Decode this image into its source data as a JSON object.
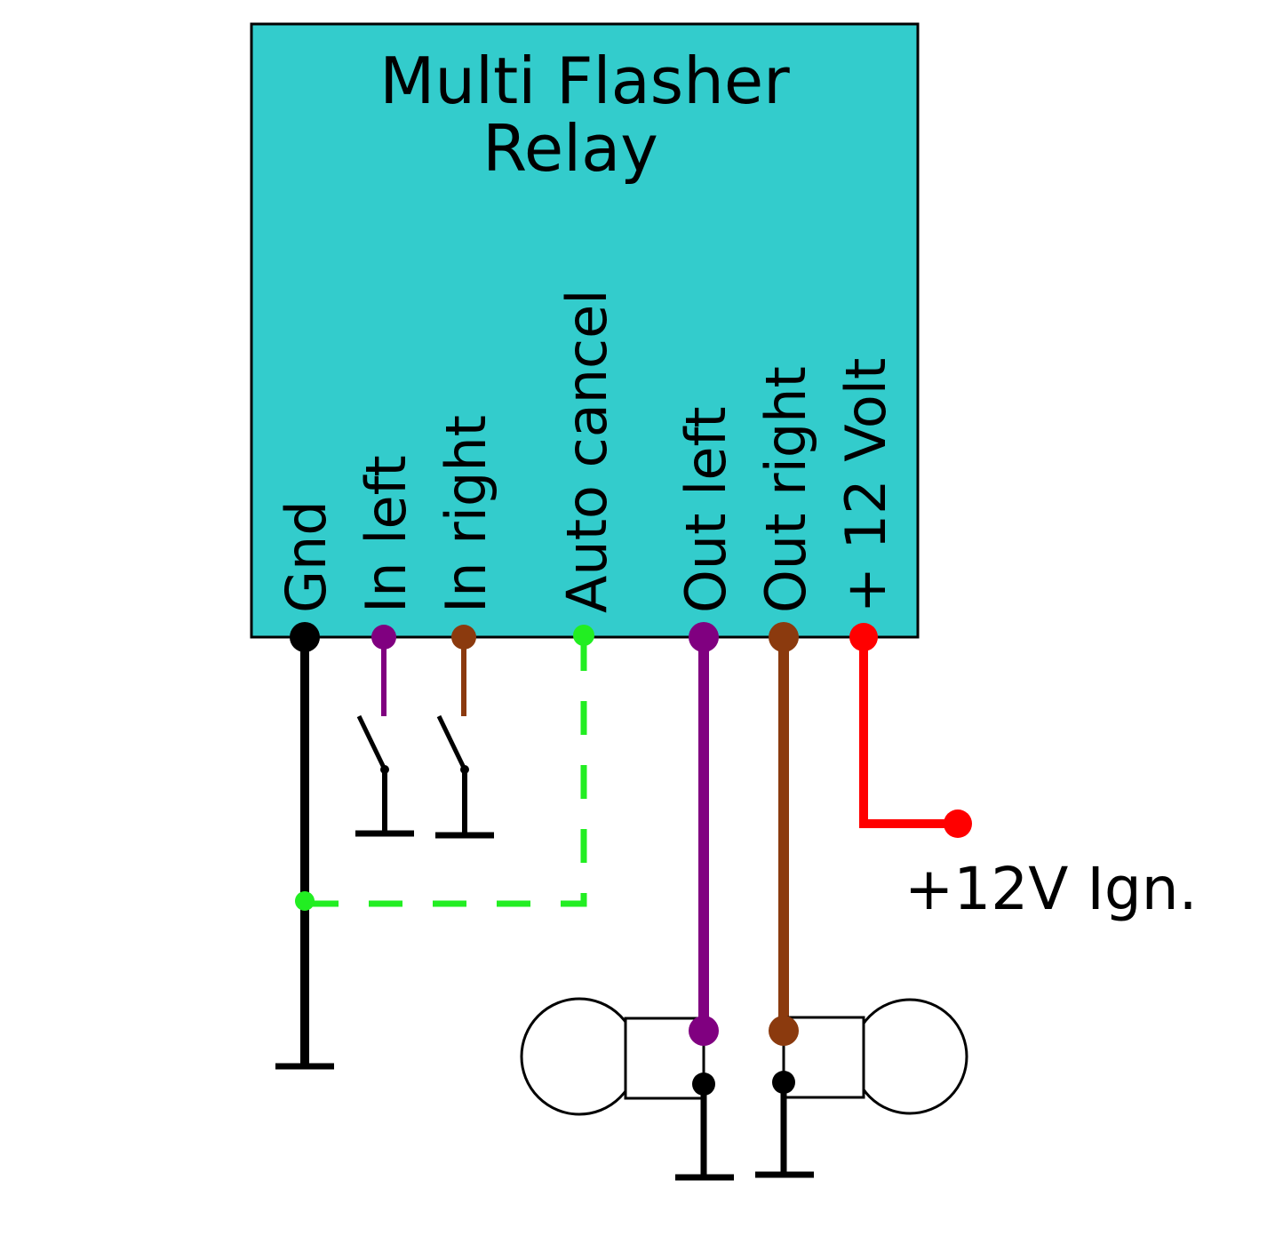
{
  "relay": {
    "title_line1": "Multi Flasher",
    "title_line2": "Relay",
    "fill_color": "#33cccc"
  },
  "pins": {
    "gnd": "Gnd",
    "in_left": "In left",
    "in_right": "In right",
    "auto_cancel": "Auto cancel",
    "out_left": "Out left",
    "out_right": "Out right",
    "plus_12_volt": "+ 12 Volt"
  },
  "supply_label": "+12V Ign.",
  "wire_colors": {
    "ground": "#000000",
    "left": "#800080",
    "right": "#8b3a0e",
    "auto_cancel": "#22ee22",
    "power": "#ff0000"
  }
}
